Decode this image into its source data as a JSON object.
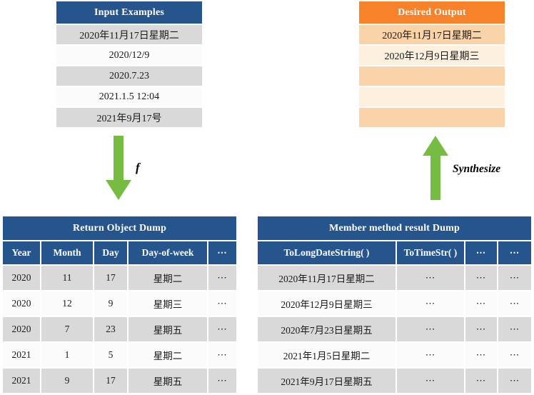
{
  "input_examples": {
    "title": "Input Examples",
    "rows": [
      "2020年11月17日星期二",
      "2020/12/9",
      "2020.7.23",
      "2021.1.5 12:04",
      "2021年9月17号"
    ],
    "header_color": "#26548C",
    "row_color": "#D9D9D9",
    "row_alt_color": "#FBFBFB"
  },
  "desired_output": {
    "title": "Desired Output",
    "rows": [
      "2020年11月17日星期二",
      "2020年12月9日星期三",
      "",
      "",
      ""
    ],
    "header_color": "#F7822A",
    "row_color": "#FBD3A8",
    "row_alt_color": "#FDF0DE"
  },
  "return_object_dump": {
    "title": "Return Object Dump",
    "columns": [
      "Year",
      "Month",
      "Day",
      "Day-of-week",
      "⋯"
    ],
    "rows": [
      [
        "2020",
        "11",
        "17",
        "星期二",
        "⋯"
      ],
      [
        "2020",
        "12",
        "9",
        "星期三",
        "⋯"
      ],
      [
        "2020",
        "7",
        "23",
        "星期五",
        "⋯"
      ],
      [
        "2021",
        "1",
        "5",
        "星期二",
        "⋯"
      ],
      [
        "2021",
        "9",
        "17",
        "星期五",
        "⋯"
      ]
    ],
    "header_color": "#26548C",
    "row_color": "#D9D9D9",
    "row_alt_color": "#FBFBFB"
  },
  "member_method_dump": {
    "title": "Member method result Dump",
    "columns": [
      "ToLongDateString( )",
      "ToTimeStr( )",
      "⋯",
      "⋯"
    ],
    "rows": [
      [
        "2020年11月17日星期二",
        "⋯",
        "⋯",
        "⋯"
      ],
      [
        "2020年12月9日星期三",
        "⋯",
        "⋯",
        "⋯"
      ],
      [
        "2020年7月23日星期五",
        "⋯",
        "⋯",
        "⋯"
      ],
      [
        "2021年1月5日星期二",
        "⋯",
        "⋯",
        "⋯"
      ],
      [
        "2021年9月17日星期五",
        "⋯",
        "⋯",
        "⋯"
      ]
    ],
    "header_color": "#26548C",
    "row_color": "#D9D9D9",
    "row_alt_color": "#FBFBFB"
  },
  "arrows": {
    "down_label": "f",
    "up_label": "Synthesize",
    "color": "#76BC43"
  }
}
